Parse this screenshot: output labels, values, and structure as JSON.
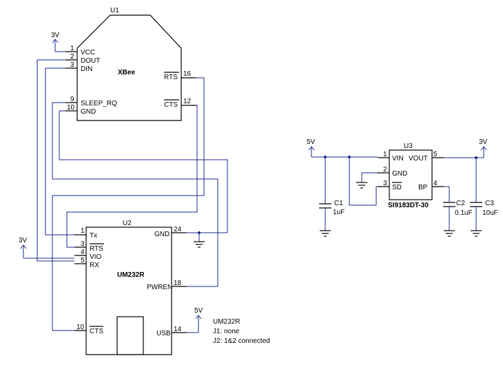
{
  "u1": {
    "ref": "U1",
    "name": "XBee",
    "pins": [
      {
        "num": "1",
        "label": "VCC"
      },
      {
        "num": "2",
        "label": "DOUT"
      },
      {
        "num": "3",
        "label": "DIN"
      },
      {
        "num": "9",
        "label": "SLEEP_RQ"
      },
      {
        "num": "10",
        "label": "GND"
      },
      {
        "num": "16",
        "label": "RTS"
      },
      {
        "num": "12",
        "label": "CTS"
      }
    ]
  },
  "u2": {
    "ref": "U2",
    "name": "UM232R",
    "pins": [
      {
        "num": "1",
        "label": "Tx"
      },
      {
        "num": "3",
        "label": "RTS"
      },
      {
        "num": "4",
        "label": "VIO"
      },
      {
        "num": "5",
        "label": "RX"
      },
      {
        "num": "10",
        "label": "CTS"
      },
      {
        "num": "24",
        "label": "GND"
      },
      {
        "num": "18",
        "label": "PWREN"
      },
      {
        "num": "14",
        "label": "USB"
      }
    ]
  },
  "u3": {
    "ref": "U3",
    "name": "SI9183DT-30",
    "pins": [
      {
        "num": "1",
        "label": "VIN"
      },
      {
        "num": "2",
        "label": "GND"
      },
      {
        "num": "3",
        "label": "SD"
      },
      {
        "num": "5",
        "label": "VOUT"
      },
      {
        "num": "4",
        "label": "BP"
      }
    ]
  },
  "caps": [
    {
      "ref": "C1",
      "value": "1uF"
    },
    {
      "ref": "C2",
      "value": "0.1uF"
    },
    {
      "ref": "C3",
      "value": "10uF"
    }
  ],
  "rails": {
    "v3_xbee": "3V",
    "v3_um232": "3V",
    "v5_um232": "5V",
    "v5_reg": "5V",
    "v3_reg": "3V"
  },
  "note": {
    "line1": "UM232R",
    "line2": "J1: none",
    "line3": "J2: 1&2 connected"
  }
}
